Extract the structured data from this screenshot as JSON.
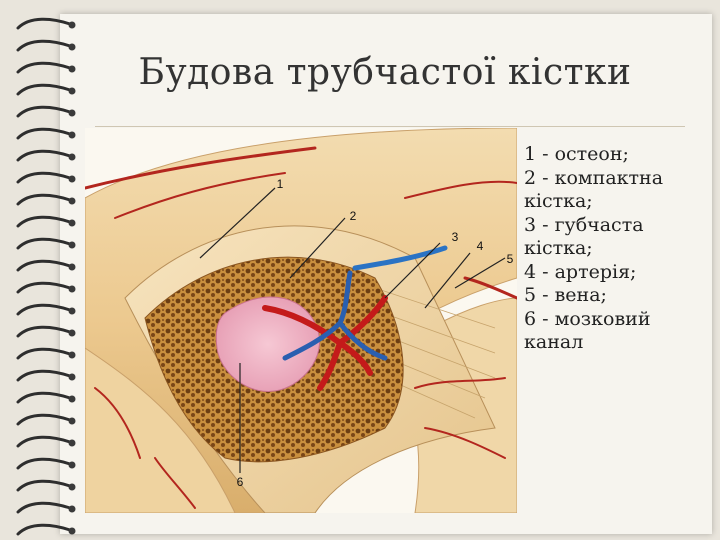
{
  "slide": {
    "title": "Будова трубчастої кістки"
  },
  "figure": {
    "callouts": [
      "1",
      "2",
      "3",
      "4",
      "5",
      "6"
    ]
  },
  "legend": [
    "1 - остеон;",
    "2 - компактна кістка;",
    "3 - губчаста кістка;",
    "4 - артерія;",
    "5 - вена;",
    "6 - мозковий канал"
  ]
}
